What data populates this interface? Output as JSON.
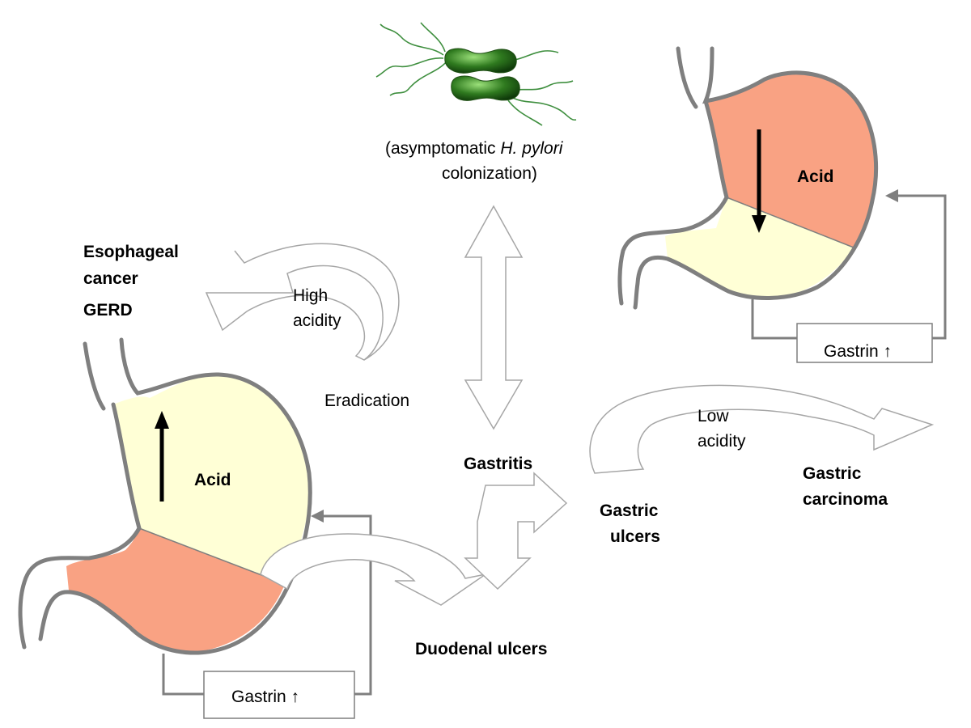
{
  "labels": {
    "hpylori_line1_prefix": "(asymptomatic ",
    "hpylori_line1_italic": "H. pylori",
    "hpylori_line2": "colonization)",
    "esophageal_cancer_line1": "Esophageal",
    "esophageal_cancer_line2": "cancer",
    "gerd": "GERD",
    "high_acidity_line1": "High",
    "high_acidity_line2": "acidity",
    "eradication": "Eradication",
    "gastritis": "Gastritis",
    "low_acidity_line1": "Low",
    "low_acidity_line2": "acidity",
    "gastric_carcinoma_line1": "Gastric",
    "gastric_carcinoma_line2": "carcinoma",
    "gastric_ulcers_line1": "Gastric",
    "gastric_ulcers_line2": "ulcers",
    "duodenal_ulcers": "Duodenal ulcers",
    "acid_left": "Acid",
    "acid_right": "Acid",
    "gastrin_left": "Gastrin ↑",
    "gastrin_right": "Gastrin ↑"
  },
  "colors": {
    "stomach_outline": "#7f7f7f",
    "acid_region": "#f9a283",
    "non_acid_region": "#ffffd6",
    "bacteria": "#2f7a1f",
    "flagella": "#3f8f3f",
    "arrow_outline": "#a6a6a6"
  }
}
